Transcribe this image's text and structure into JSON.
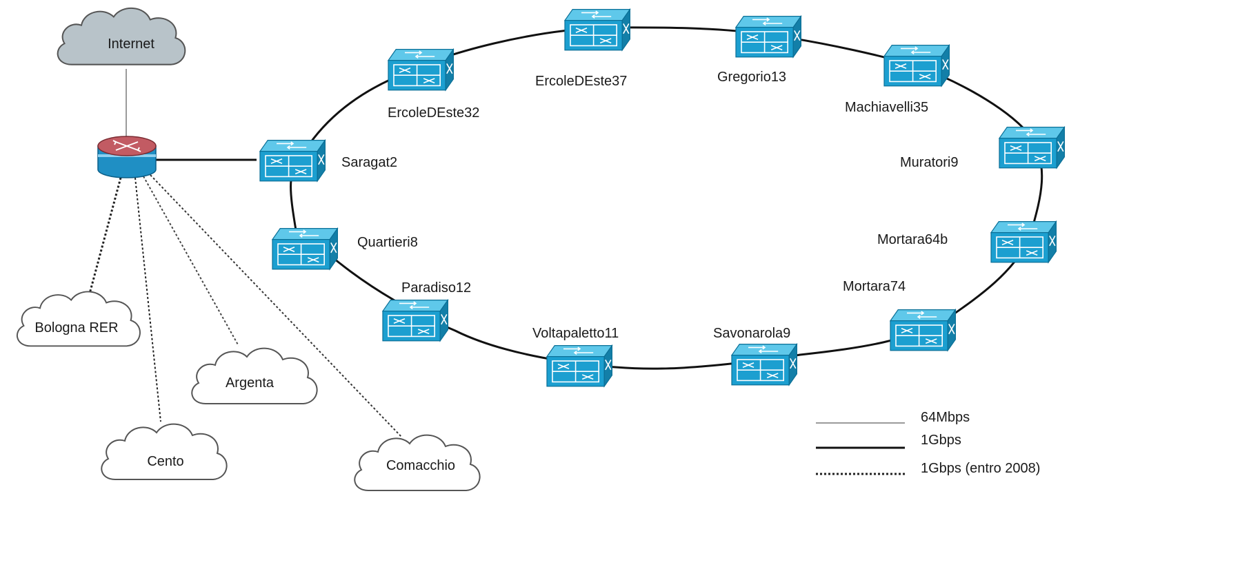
{
  "nodes": {
    "internet": "Internet",
    "bologna": "Bologna RER",
    "argenta": "Argenta",
    "cento": "Cento",
    "comacchio": "Comacchio",
    "saragat2": "Saragat2",
    "quartieri8": "Quartieri8",
    "paradiso12": "Paradiso12",
    "voltapaletto11": "Voltapaletto11",
    "savonarola9": "Savonarola9",
    "mortara74": "Mortara74",
    "mortara64b": "Mortara64b",
    "muratori9": "Muratori9",
    "machiavelli35": "Machiavelli35",
    "gregorio13": "Gregorio13",
    "ercoledeste37": "ErcoleDEste37",
    "ercoledeste32": "ErcoleDEste32"
  },
  "legend": {
    "thin": "64Mbps",
    "thick": "1Gbps",
    "dotted": "1Gbps (entro 2008)"
  },
  "colors": {
    "switch_top": "#5fc8ea",
    "switch_side": "#1c9fd0",
    "switch_dark": "#137fa8",
    "cloud_internet": "#b8c3c9",
    "cloud_other": "#ffffff",
    "router_top": "#c25b63",
    "router_body": "#1f8fc4"
  },
  "icons": {
    "switch": "switch-icon",
    "router": "router-icon",
    "cloud": "cloud-icon"
  }
}
